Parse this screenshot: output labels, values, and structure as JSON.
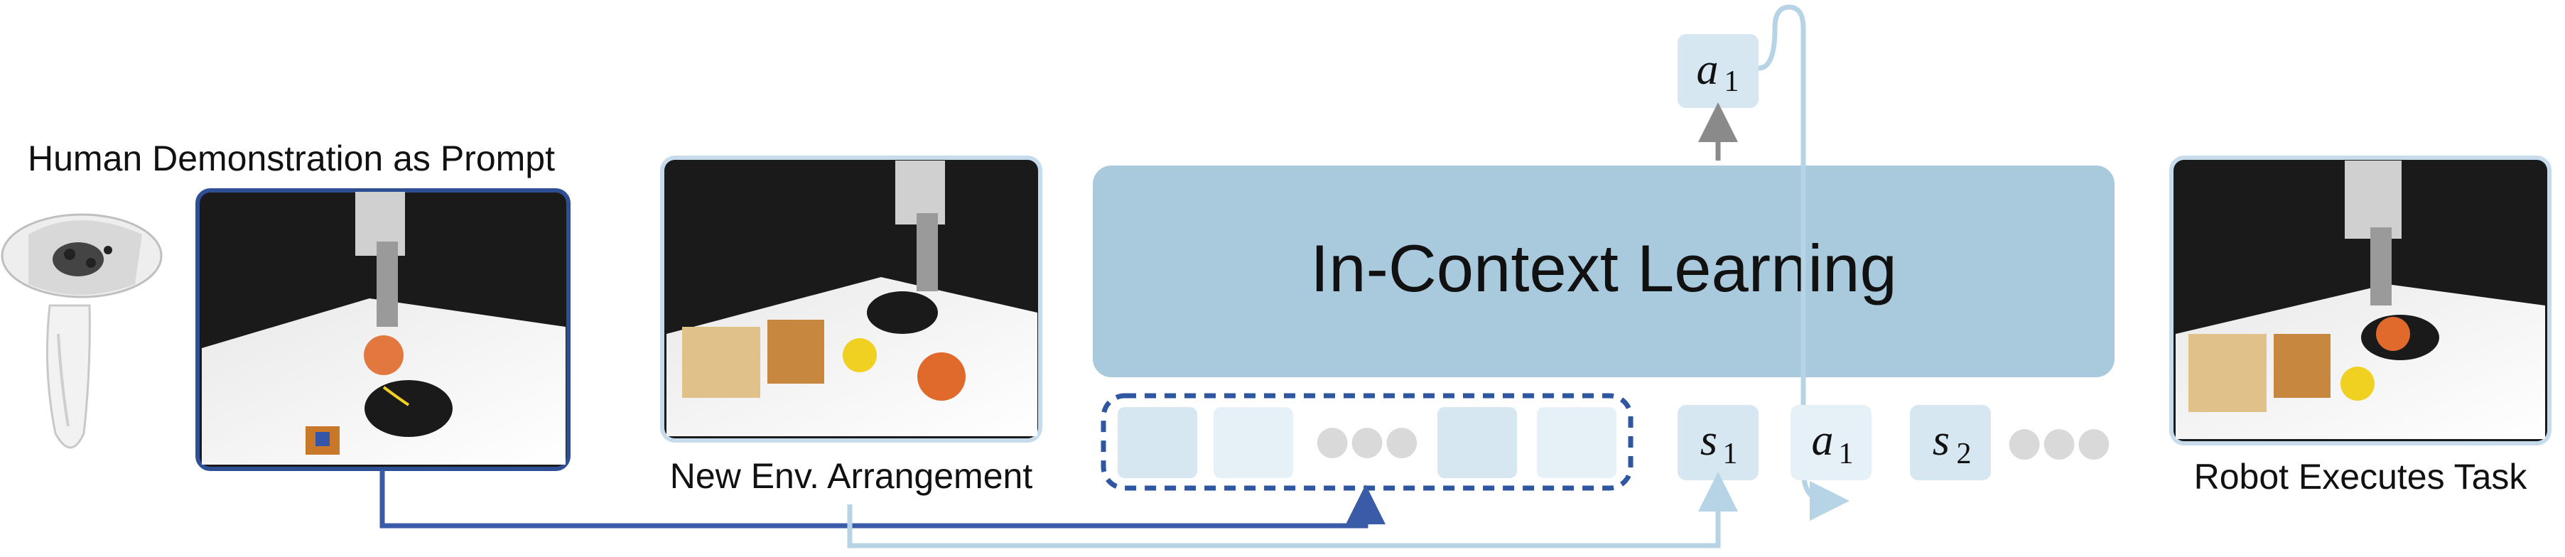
{
  "labels": {
    "human_demo": "Human Demonstration as Prompt",
    "new_env": "New Env. Arrangement",
    "robot_exec": "Robot Executes Task",
    "model": "In-Context Learning"
  },
  "tokens": {
    "state": "s",
    "action": "a",
    "sub1": "1",
    "sub2": "2",
    "ellipsis": "●●●"
  },
  "colors": {
    "model_fill": "#a9cadd",
    "token_fill": "#d6e7f1",
    "token_light": "#e6f0f7",
    "dashed_border": "#2f56a0",
    "demo_arrow": "#3a5ca8",
    "env_arrow": "#b7d3e6",
    "up_arrow": "#8a8a8a",
    "dot": "#d9d9d9"
  }
}
